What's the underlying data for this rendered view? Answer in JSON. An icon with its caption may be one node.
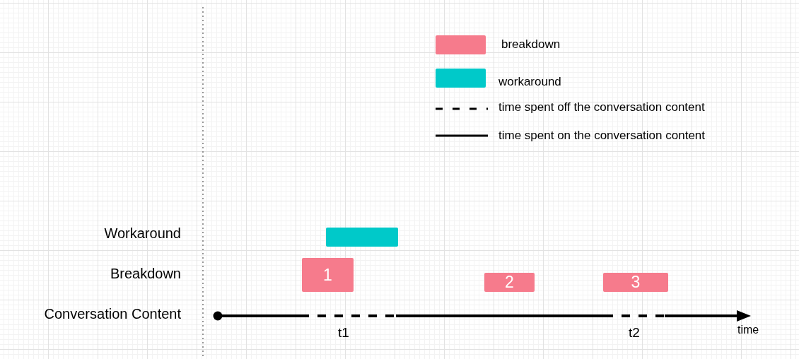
{
  "diagram": {
    "nodes": [
      {
        "text": [],
        "shape": "box"
      },
      {
        "text": [
          "1"
        ]
      },
      {
        "text": [
          "2"
        ]
      },
      {
        "text": [
          "3"
        ]
      }
    ],
    "labels": [
      "Workaround",
      "Breakdown",
      "Conversation Content",
      "t1",
      "t2",
      "time"
    ],
    "legend": [
      {
        "text": "breakdown",
        "color": "#f67b8c"
      },
      {
        "text": "workaround",
        "color": "#00c9c9"
      },
      {
        "text": "time spent off the conversation content"
      },
      {
        "text": "time spent on the conversation content"
      }
    ]
  }
}
